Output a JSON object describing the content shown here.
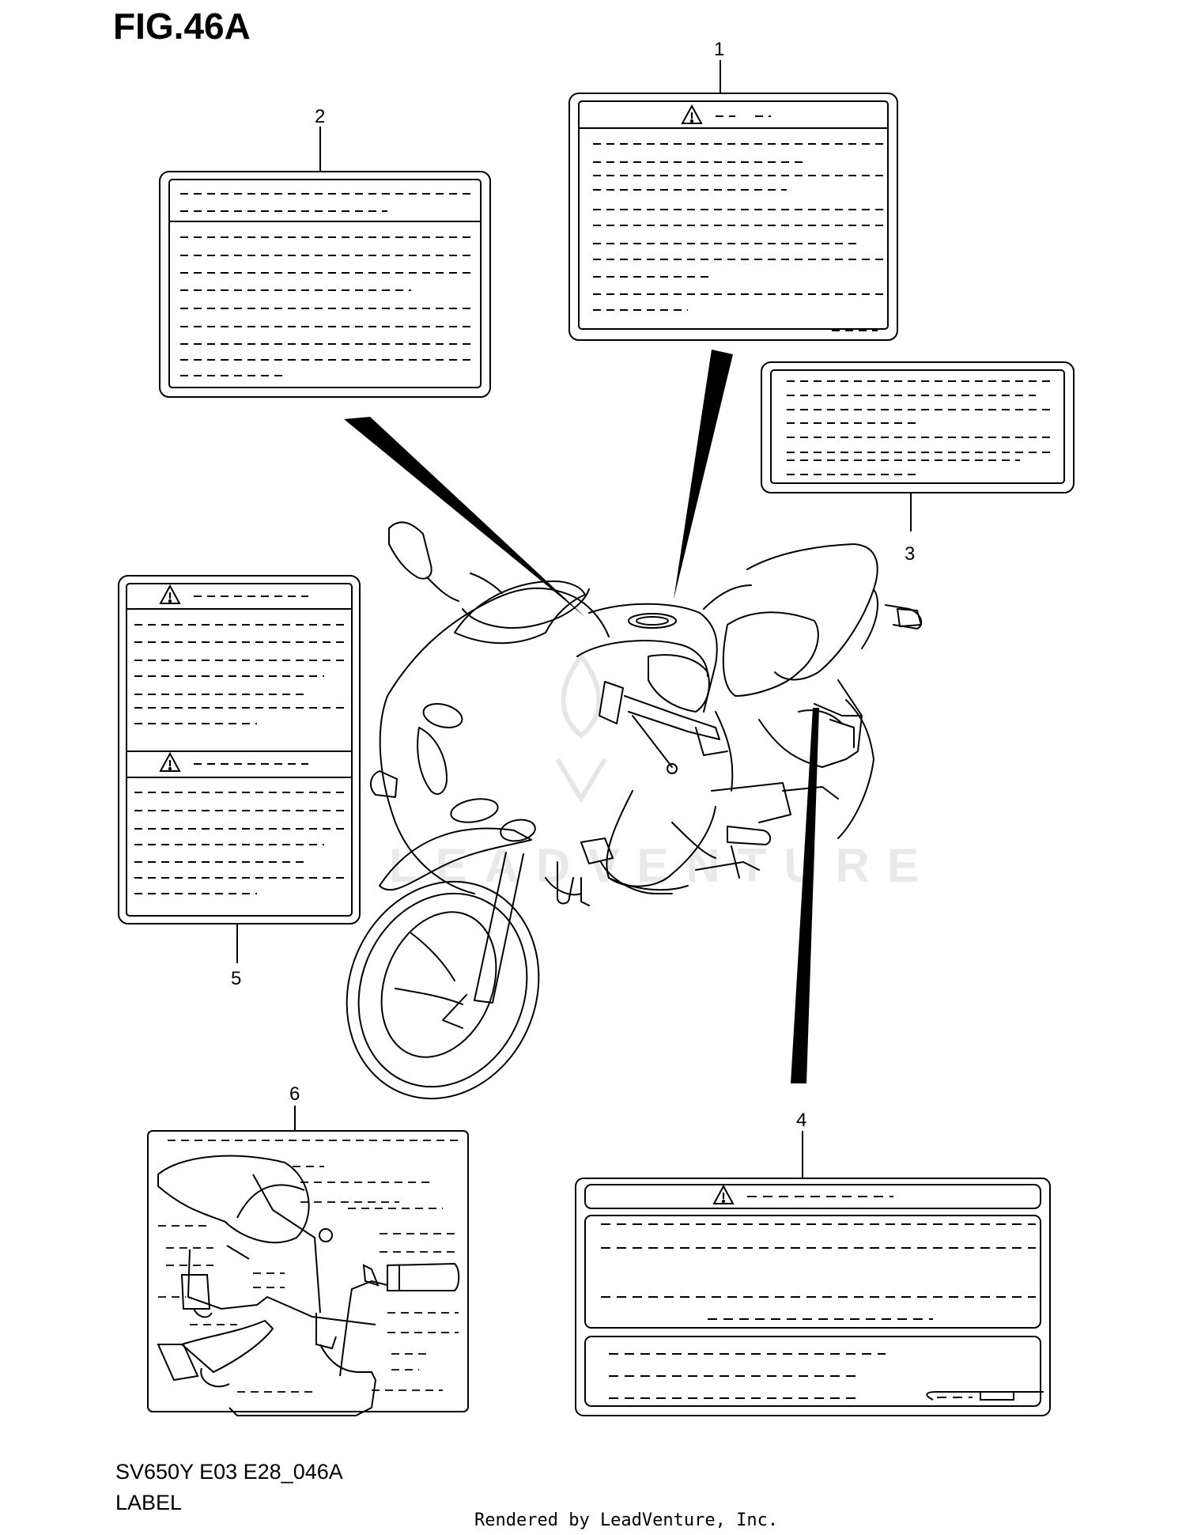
{
  "figure": {
    "title": "FIG.46A",
    "model_code": "SV650Y E03 E28_046A",
    "section_name": "LABEL",
    "credit": "Rendered by LeadVenture, Inc.",
    "watermark": "LEADVENTURE"
  },
  "callouts": [
    {
      "number": "1",
      "item": "warning-label-1"
    },
    {
      "number": "2",
      "item": "info-label-2"
    },
    {
      "number": "3",
      "item": "info-label-3"
    },
    {
      "number": "4",
      "item": "warning-label-4"
    },
    {
      "number": "5",
      "item": "warning-label-5"
    },
    {
      "number": "6",
      "item": "routing-label-6"
    }
  ],
  "icons": {
    "warning": "warning-triangle-icon",
    "vehicle": "motorcycle-illustration"
  },
  "colors": {
    "line": "#000000",
    "watermark": "#e6e6e6",
    "background": "#ffffff"
  }
}
